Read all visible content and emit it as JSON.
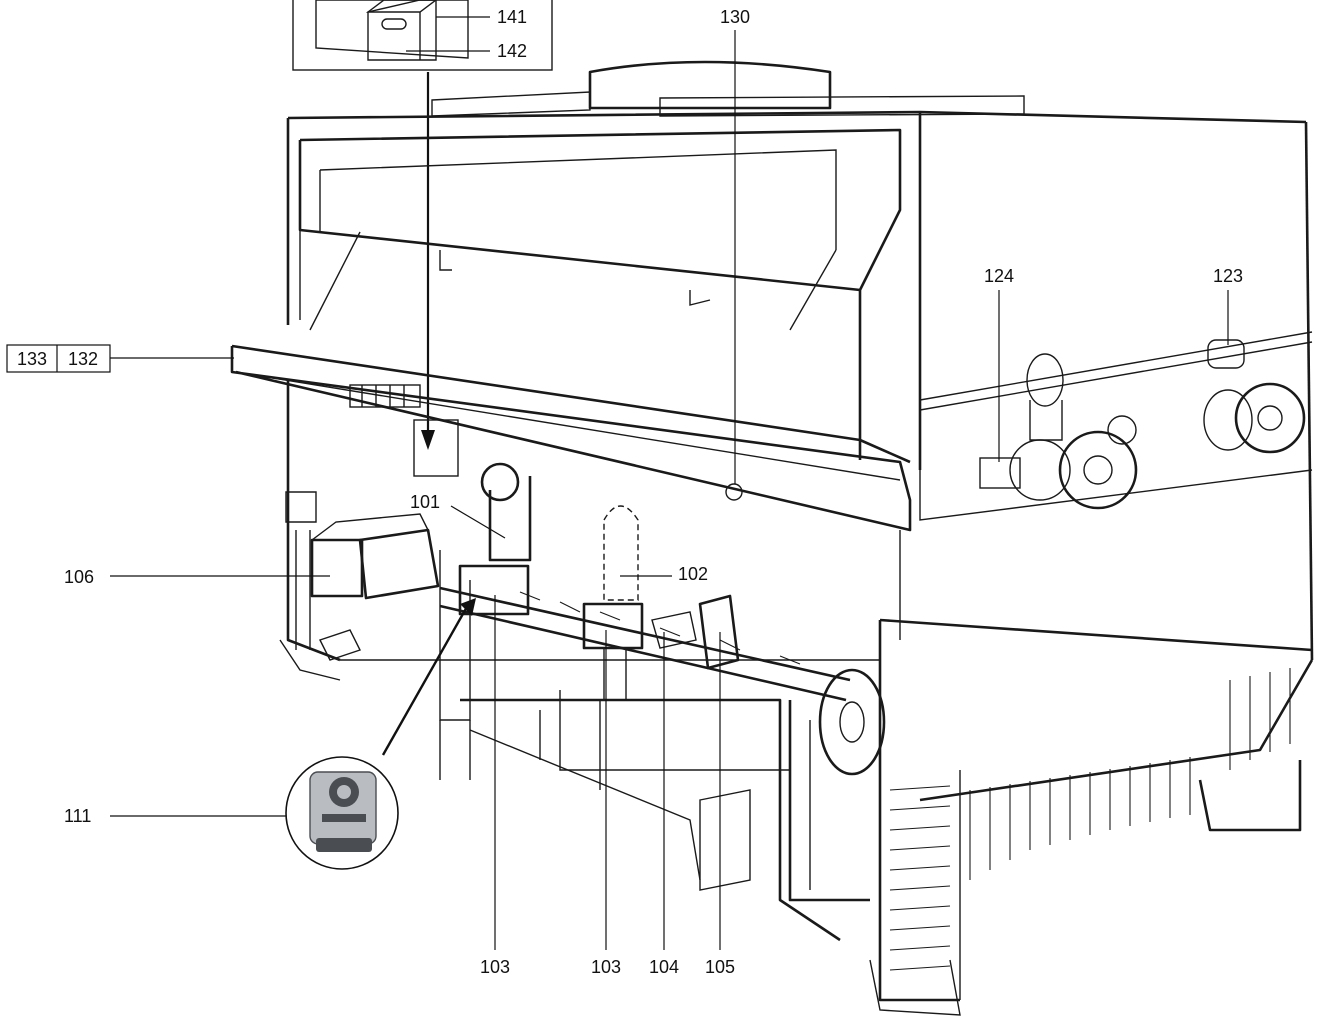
{
  "colors": {
    "ink": "#111111",
    "paper": "#ffffff",
    "sensor_body": "#b9bcc0",
    "sensor_dark": "#4a4d52"
  },
  "labels": {
    "l101": "101",
    "l102": "102",
    "l103a": "103",
    "l103b": "103",
    "l104": "104",
    "l105": "105",
    "l106": "106",
    "l111": "111",
    "l123": "123",
    "l124": "124",
    "l130": "130",
    "l132": "132",
    "l133": "133",
    "l141": "141",
    "l142": "142"
  }
}
